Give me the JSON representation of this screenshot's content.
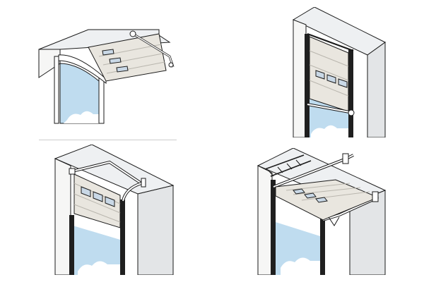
{
  "figure": {
    "panels": [
      {
        "id": "top-left",
        "kind": "horizontal-lift"
      },
      {
        "id": "top-right",
        "kind": "vertical-lift"
      },
      {
        "id": "bottom-left",
        "kind": "standard-lift"
      },
      {
        "id": "bottom-right",
        "kind": "low-headroom-lift"
      }
    ],
    "colors": {
      "ceiling": "#eef0f2",
      "wall": "#f6f6f5",
      "wallShade": "#e3e5e7",
      "sky": "#bfdcef",
      "cloud": "#ffffff",
      "door": "#e9e6df",
      "doorLine": "#b9b6ae",
      "window": "#c9d8e6",
      "track": "#ffffff",
      "stroke": "#1a1a1a",
      "post": "#1f1f1f",
      "divider": "#cccccc"
    }
  }
}
